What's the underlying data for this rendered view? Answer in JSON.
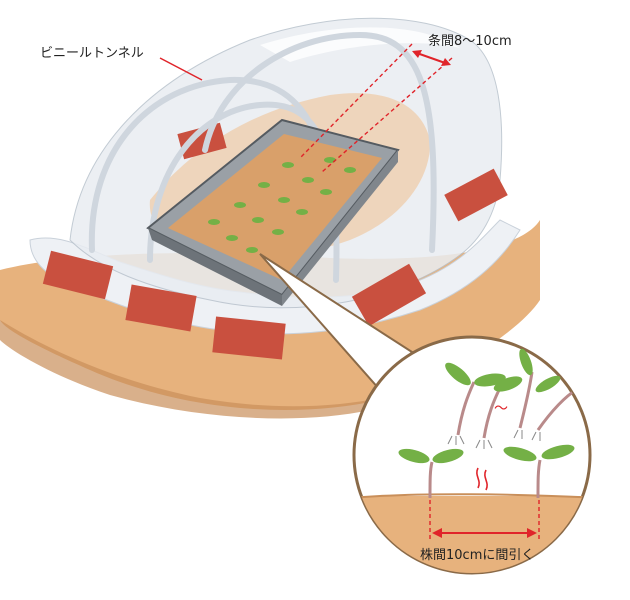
{
  "labels": {
    "tunnel": "ビニールトンネル",
    "row_spacing": "条間8〜10cm",
    "thinning": "株間10cmに間引く",
    "tilde": "〜"
  },
  "colors": {
    "soil": "#e7b27d",
    "soil_dark": "#c98f5a",
    "brick": "#c9503f",
    "vinyl": "#e9edf2",
    "pipe": "#cfd6de",
    "tray": "#6d7379",
    "seedling": "#74b046",
    "stem": "#b98a8a",
    "annotation": "#e0242a",
    "circle_border": "#8a6a48"
  }
}
